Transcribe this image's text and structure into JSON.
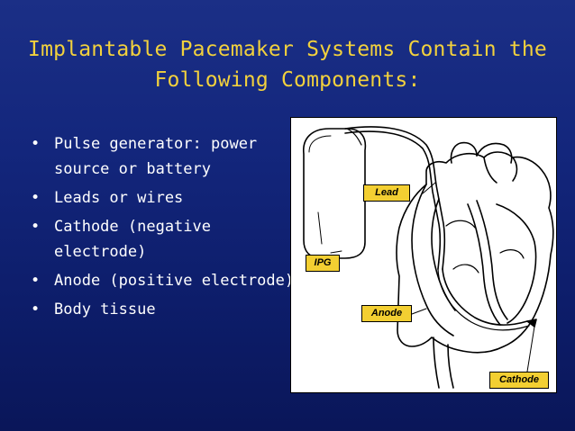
{
  "slide": {
    "title_lines": [
      "Implantable Pacemaker Systems Contain the",
      "Following Components:"
    ],
    "bullets": [
      "Pulse generator: power source or battery",
      "Leads or wires",
      "Cathode (negative electrode)",
      "Anode (positive electrode)",
      "Body tissue"
    ]
  },
  "figure": {
    "labels": {
      "lead": "Lead",
      "ipg": "IPG",
      "anode": "Anode",
      "cathode": "Cathode"
    }
  },
  "colors": {
    "title": "#f2d13d",
    "label_fill": "#f3cf32",
    "background": "#13267c"
  }
}
